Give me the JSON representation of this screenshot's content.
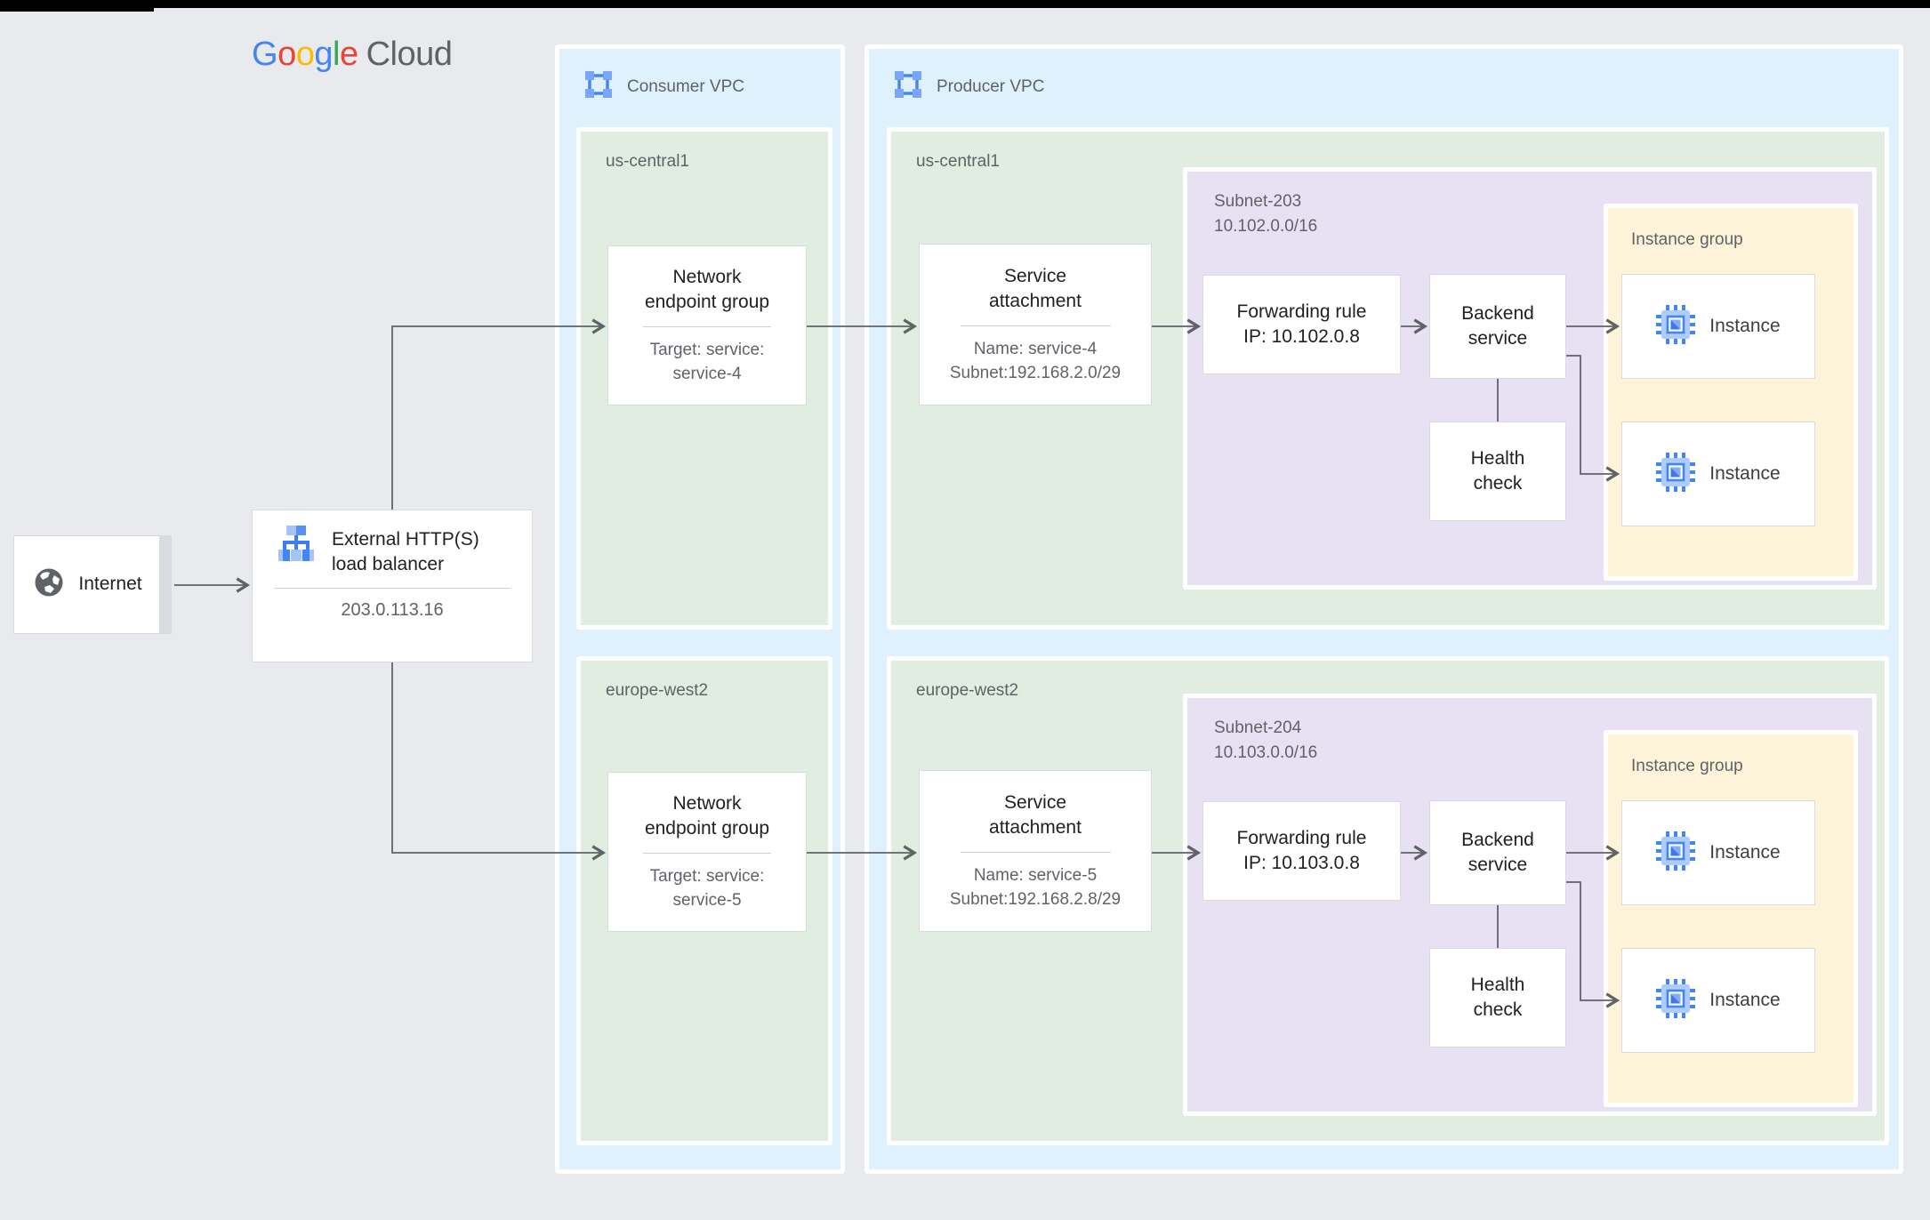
{
  "colors": {
    "background": "#e8eaed",
    "vpc_fill": "#def1fc",
    "region_fill": "#e1ede0",
    "subnet_fill": "#e8e1f3",
    "instance_group_fill": "#fcf3d8",
    "box_border": "#d9dcdf",
    "connector": "#5f6368",
    "text_primary": "#202124",
    "text_secondary": "#5f6368",
    "brand_blue": "#4285f4",
    "brand_red": "#ea4335",
    "brand_yellow": "#fbbc05",
    "brand_green": "#34a853"
  },
  "logo": {
    "l1": "G",
    "l2": "o",
    "l3": "o",
    "l4": "g",
    "l5": "l",
    "l6": "e",
    "cloud": "Cloud"
  },
  "internet": {
    "label": "Internet"
  },
  "load_balancer": {
    "title": "External HTTP(S)\nload balancer",
    "ip": "203.0.113.16"
  },
  "consumer_vpc": {
    "label": "Consumer VPC",
    "regions": [
      {
        "name": "us-central1",
        "neg": {
          "title": "Network\nendpoint group",
          "target": "Target: service:\nservice-4"
        }
      },
      {
        "name": "europe-west2",
        "neg": {
          "title": "Network\nendpoint group",
          "target": "Target: service:\nservice-5"
        }
      }
    ]
  },
  "producer_vpc": {
    "label": "Producer VPC",
    "regions": [
      {
        "name": "us-central1",
        "service_attachment": {
          "title": "Service\nattachment",
          "details": "Name: service-4\nSubnet:192.168.2.0/29"
        },
        "subnet": {
          "label": "Subnet-203\n10.102.0.0/16",
          "forwarding_rule": "Forwarding rule\nIP: 10.102.0.8",
          "backend_service": "Backend\nservice",
          "health_check": "Health\ncheck"
        },
        "instance_group": {
          "label": "Instance group",
          "instances": [
            {
              "label": "Instance"
            },
            {
              "label": "Instance"
            }
          ]
        }
      },
      {
        "name": "europe-west2",
        "service_attachment": {
          "title": "Service\nattachment",
          "details": "Name: service-5\nSubnet:192.168.2.8/29"
        },
        "subnet": {
          "label": "Subnet-204\n10.103.0.0/16",
          "forwarding_rule": "Forwarding rule\nIP: 10.103.0.8",
          "backend_service": "Backend\nservice",
          "health_check": "Health\ncheck"
        },
        "instance_group": {
          "label": "Instance group",
          "instances": [
            {
              "label": "Instance"
            },
            {
              "label": "Instance"
            }
          ]
        }
      }
    ]
  }
}
